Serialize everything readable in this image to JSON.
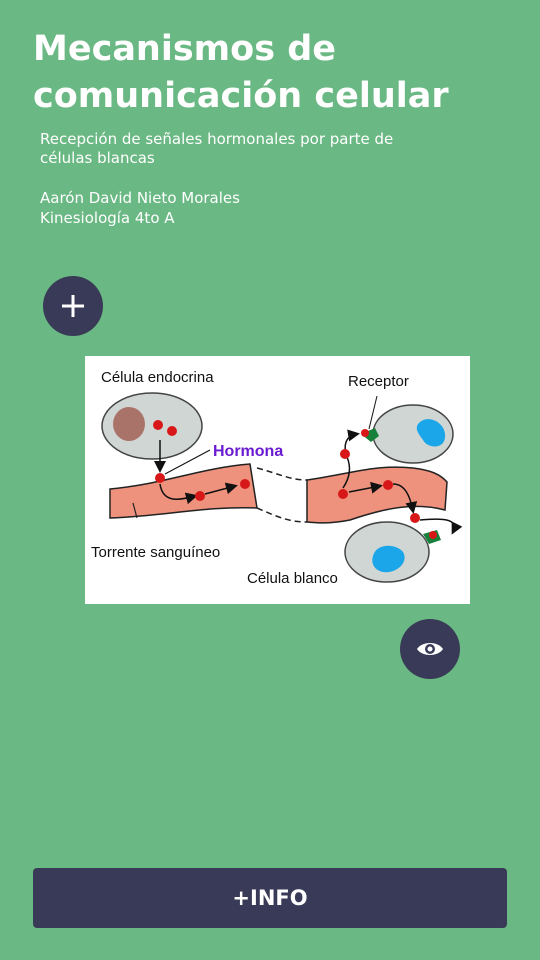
{
  "page": {
    "title": "Mecanismos de comunicación celular",
    "subtitle": "Recepción de señales hormonales por parte de células blancas",
    "author_name": "Aarón David Nieto Morales",
    "author_course": "Kinesiología 4to A"
  },
  "buttons": {
    "plus_icon": "plus-icon",
    "eye_icon": "eye-icon",
    "info_label": "+INFO"
  },
  "diagram": {
    "label_endocrine": "Célula endocrina",
    "label_hormone": "Hormona",
    "label_receptor": "Receptor",
    "label_bloodstream": "Torrente sanguíneo",
    "label_target": "Célula blanco"
  },
  "colors": {
    "background": "#6ab883",
    "button": "#383a57",
    "hormone_label": "#6a1bd1",
    "vessel": "#ee927d",
    "hormone": "#d81818"
  }
}
